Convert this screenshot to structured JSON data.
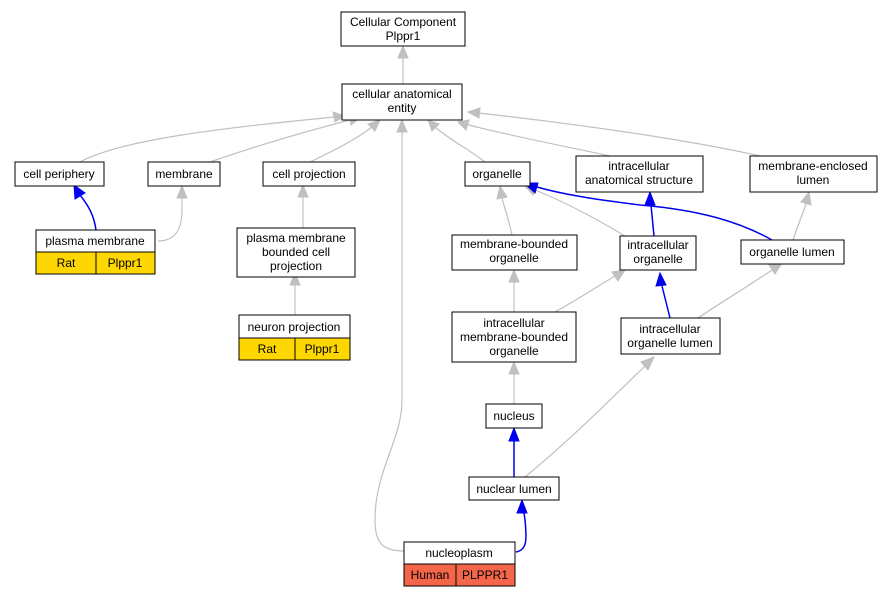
{
  "nodes": {
    "root": [
      "Cellular Component",
      "Plppr1"
    ],
    "cae": [
      "cellular anatomical",
      "entity"
    ],
    "cell_periphery": [
      "cell periphery"
    ],
    "membrane": [
      "membrane"
    ],
    "cell_projection": [
      "cell projection"
    ],
    "organelle": [
      "organelle"
    ],
    "intracellular_anatomical_structure": [
      "intracellular",
      "anatomical structure"
    ],
    "membrane_enclosed_lumen": [
      "membrane-enclosed",
      "lumen"
    ],
    "plasma_membrane": [
      "plasma membrane"
    ],
    "pm_bounded_cell_projection": [
      "plasma membrane",
      "bounded cell",
      "projection"
    ],
    "membrane_bounded_organelle": [
      "membrane-bounded",
      "organelle"
    ],
    "intracellular_organelle": [
      "intracellular",
      "organelle"
    ],
    "organelle_lumen": [
      "organelle lumen"
    ],
    "neuron_projection": [
      "neuron projection"
    ],
    "intracellular_mb_organelle": [
      "intracellular",
      "membrane-bounded",
      "organelle"
    ],
    "intracellular_organelle_lumen": [
      "intracellular",
      "organelle lumen"
    ],
    "nucleus": [
      "nucleus"
    ],
    "nuclear_lumen": [
      "nuclear lumen"
    ],
    "nucleoplasm": [
      "nucleoplasm"
    ]
  },
  "annotations": {
    "plasma_membrane": {
      "species": "Rat",
      "gene": "Plppr1"
    },
    "neuron_projection": {
      "species": "Rat",
      "gene": "Plppr1"
    },
    "nucleoplasm": {
      "species": "Human",
      "gene": "PLPPR1"
    }
  },
  "colors": {
    "rat_annotation": "#ffd700",
    "human_annotation": "#f4664a",
    "is_a_edge": "#c0c0c0",
    "part_of_edge": "#0000ee"
  }
}
